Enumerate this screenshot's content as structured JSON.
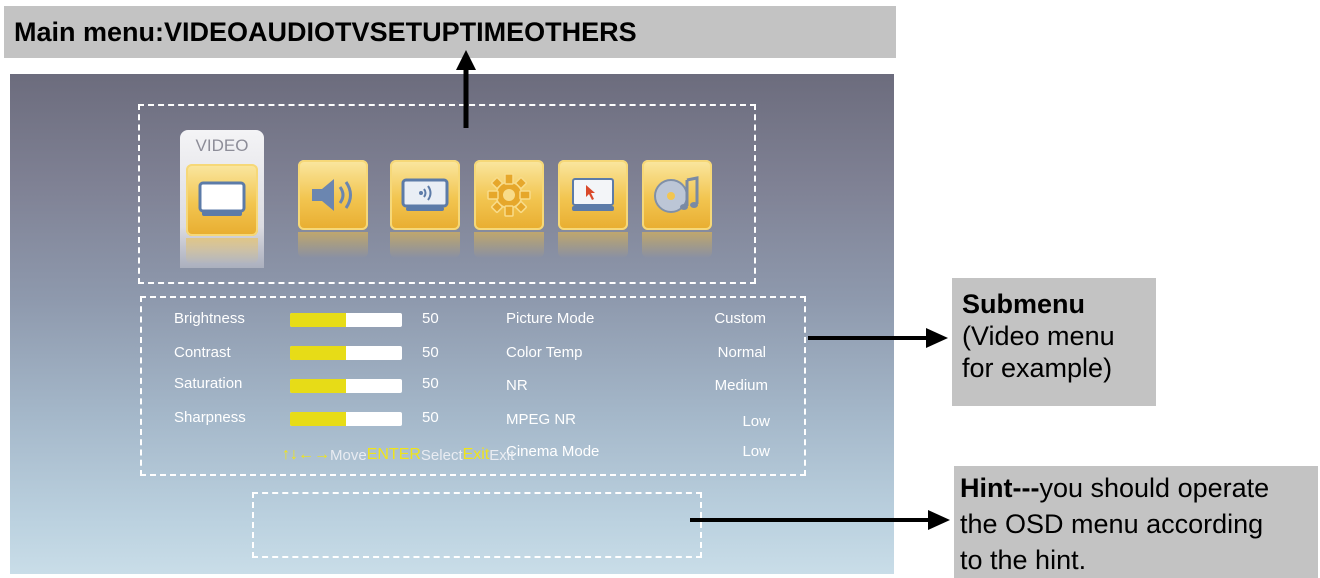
{
  "main_menu": {
    "label": "Main menu:",
    "items": [
      "VIDEO",
      "AUDIO",
      "TV",
      "SETUP",
      "TIME",
      "OTHERS"
    ]
  },
  "osd": {
    "selected_icon_label": "VIDEO",
    "icons": [
      "video-icon",
      "audio-icon",
      "tv-icon",
      "setup-gear-icon",
      "time-icon",
      "others-music-icon"
    ],
    "sliders": [
      {
        "label": "Brightness",
        "value": "50",
        "fill_fraction": 0.5
      },
      {
        "label": "Contrast",
        "value": "50",
        "fill_fraction": 0.5
      },
      {
        "label": "Saturation",
        "value": "50",
        "fill_fraction": 0.5
      },
      {
        "label": "Sharpness",
        "value": "50",
        "fill_fraction": 0.5
      }
    ],
    "settings": [
      {
        "label": "Picture Mode",
        "value": "Custom"
      },
      {
        "label": "Color Temp",
        "value": "Normal"
      },
      {
        "label": "NR",
        "value": "Medium"
      },
      {
        "label": "MPEG NR",
        "value": "Low"
      },
      {
        "label": "Cinema Mode",
        "value": "Low"
      }
    ],
    "hint": {
      "arrows": "↑↓←→",
      "move": "Move",
      "enter_key": "ENTER",
      "select": "Select",
      "exit_key": "Exit",
      "exit": "Exit"
    }
  },
  "callouts": {
    "submenu_title": "Submenu",
    "submenu_line1": "(Video menu",
    "submenu_line2": "for example)",
    "hint_bold": "Hint---",
    "hint_line1_rest": "you should operate",
    "hint_line2": "the OSD menu according",
    "hint_line3": "to the hint."
  },
  "colors": {
    "banner_gray": "#c3c3c3",
    "icon_gold": "#f2c550",
    "slider_yellow": "#e7dc17",
    "hint_yellow": "#f0e41a"
  }
}
